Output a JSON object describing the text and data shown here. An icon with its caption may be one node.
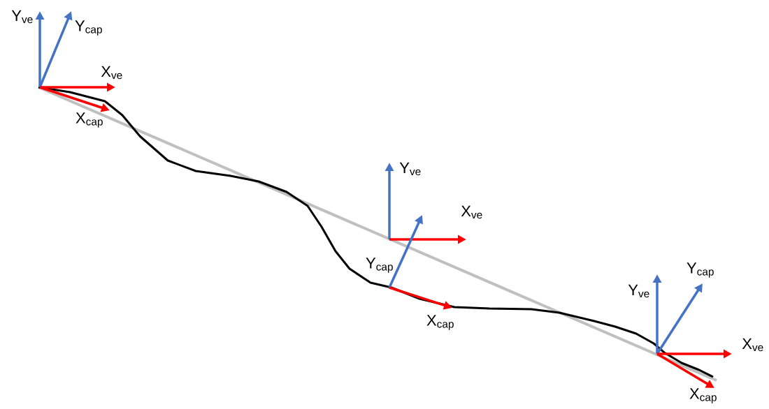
{
  "diagram": {
    "labels": [
      "Y$_{ve}$",
      "Y$_{cap}$",
      "X$_{ve}$",
      "X$_{cap}$",
      "Y$_{ve}$",
      "X$_{ve}$",
      "Y$_{cap}$",
      "X$_{cap}$",
      "Y$_{ve}$",
      "Y$_{cap}$",
      "X$_{ve}$",
      "X$_{cap}$"
    ]
  }
}
